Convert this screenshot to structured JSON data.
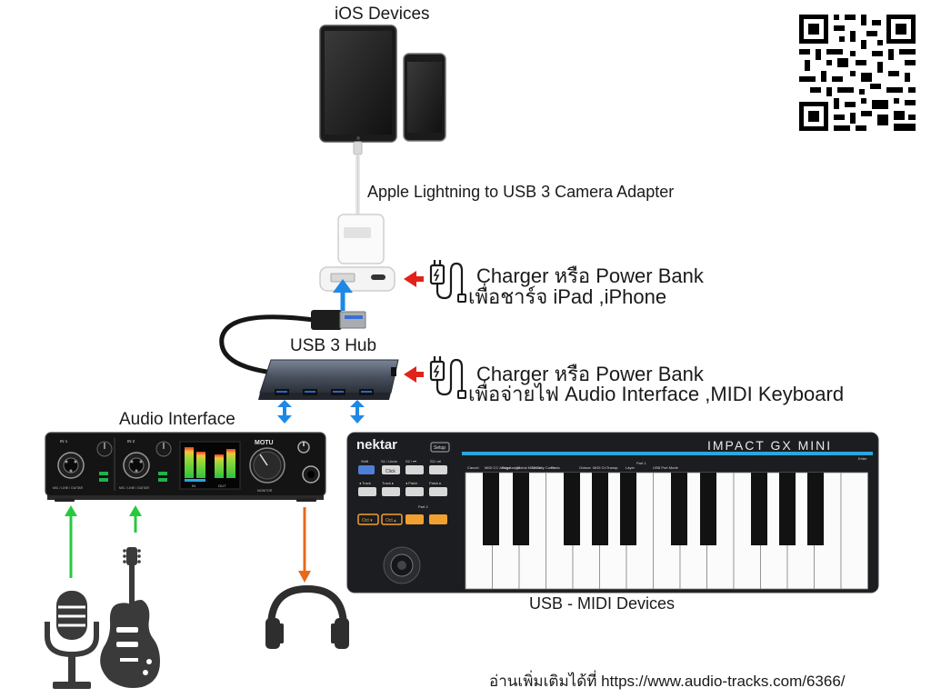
{
  "labels": {
    "ios_devices": "iOS Devices",
    "adapter": "Apple Lightning to USB 3 Camera Adapter",
    "charger_top_line1": "Charger หรือ Power Bank",
    "charger_top_line2": "เพื่อชาร์จ iPad ,iPhone",
    "usb_hub": "USB 3 Hub",
    "charger_hub_line1": "Charger หรือ Power Bank",
    "charger_hub_line2": "เพื่อจ่ายไฟ Audio Interface ,MIDI Keyboard",
    "audio_interface": "Audio Interface",
    "midi_devices": "USB - MIDI Devices",
    "read_more": "อ่านเพิ่มเติมได้ที่ https://www.audio-tracks.com/6366/"
  },
  "motu": {
    "brand": "MOTU",
    "in1": "IN 1",
    "in2": "IN 2",
    "in1_caption": "MIC / LINE / GUITAR",
    "in2_caption": "MIC / LINE / GUITAR",
    "meter_in": "IN",
    "meter_out": "OUT",
    "monitor": "MONITOR"
  },
  "nektar": {
    "brand": "nektar",
    "setup": "Setup",
    "model": "IMPACT GX MINI",
    "shift": "Shift",
    "s1_undo": "S1 / Undo",
    "s2": "S2 / ⏮",
    "s3": "S3 / ⏭",
    "click": "Click",
    "track_minus": "◂ Track",
    "track_plus": "Track ▸",
    "patch_minus": "◂ Patch",
    "patch_plus": "Patch ▸",
    "part2": "Part 2",
    "oct_minus": "Oct ▾",
    "oct_plus": "Oct ▴",
    "func_labels": [
      "Cancel",
      "MIDI CC Assign",
      "Pvg Assign",
      "Global MIDI Ch",
      "Velocity Curve",
      "Panic",
      "Octave",
      "MIDI Ch",
      "Transp.",
      "Layer",
      "USB Port Mode"
    ],
    "part1": "Part 1",
    "enter": "Enter"
  },
  "colors": {
    "arrow_blue": "#1e88e5",
    "arrow_red": "#e2231a",
    "arrow_green": "#27c93f",
    "arrow_orange": "#e8691c",
    "nektar_blue": "#2aa6e0"
  },
  "icons": [
    "plug-icon",
    "microphone-icon",
    "guitar-icon",
    "headphones-icon",
    "qr-code-icon"
  ]
}
